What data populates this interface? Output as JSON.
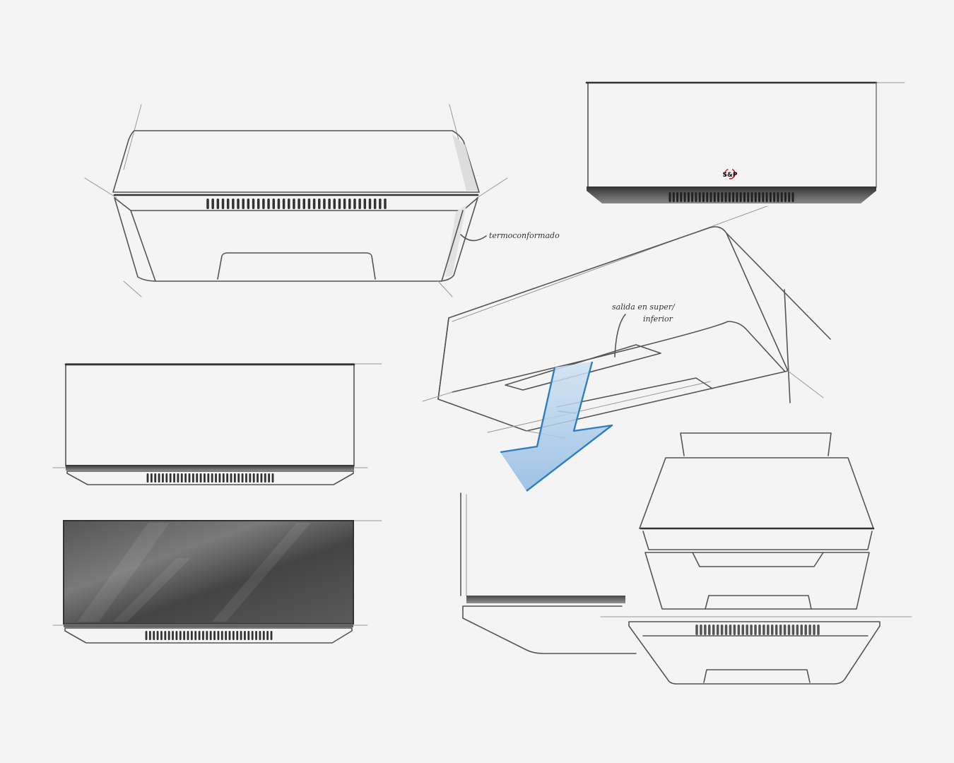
{
  "annotations": {
    "thermoformed": "termoconformado",
    "outlet_line1": "salida en super/",
    "outlet_line2": "inferior"
  },
  "logo": {
    "text": "S&P",
    "accent": "#d01818"
  },
  "colors": {
    "arrow": "#2f7fc0",
    "arrow_fill": "#a9cbe8",
    "glass": "#4a4a4a",
    "background": "#f4f4f4"
  }
}
